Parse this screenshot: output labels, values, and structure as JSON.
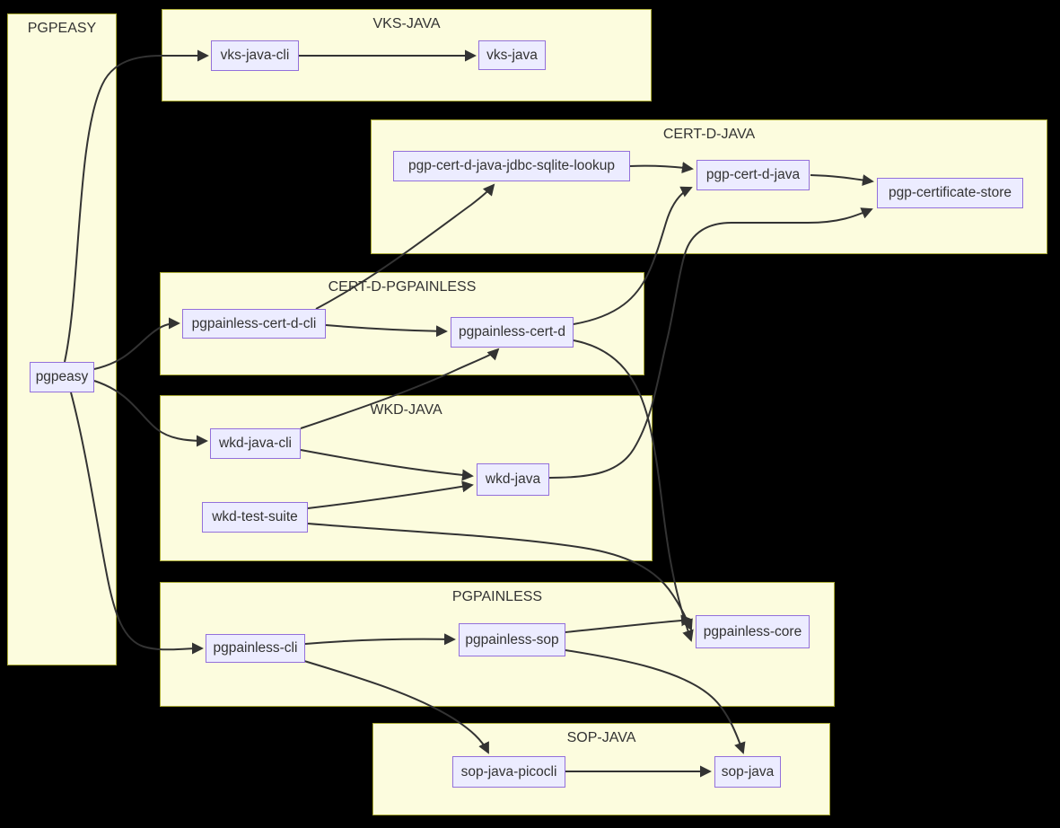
{
  "diagram": {
    "type": "dependency-flowchart",
    "clusters": [
      {
        "id": "pgpeasy-group",
        "label": "PGPEASY"
      },
      {
        "id": "vks-java-group",
        "label": "VKS-JAVA"
      },
      {
        "id": "cert-d-java-group",
        "label": "CERT-D-JAVA"
      },
      {
        "id": "cert-d-pgpainless-group",
        "label": "CERT-D-PGPAINLESS"
      },
      {
        "id": "wkd-java-group",
        "label": "WKD-JAVA"
      },
      {
        "id": "pgpainless-group",
        "label": "PGPAINLESS"
      },
      {
        "id": "sop-java-group",
        "label": "SOP-JAVA"
      }
    ],
    "nodes": [
      {
        "id": "pgpeasy",
        "label": "pgpeasy"
      },
      {
        "id": "vks-java-cli",
        "label": "vks-java-cli"
      },
      {
        "id": "vks-java",
        "label": "vks-java"
      },
      {
        "id": "pgp-cert-d-java-jdbc-sqlite-lookup",
        "label": "pgp-cert-d-java-jdbc-sqlite-lookup"
      },
      {
        "id": "pgp-cert-d-java",
        "label": "pgp-cert-d-java"
      },
      {
        "id": "pgp-certificate-store",
        "label": "pgp-certificate-store"
      },
      {
        "id": "pgpainless-cert-d-cli",
        "label": "pgpainless-cert-d-cli"
      },
      {
        "id": "pgpainless-cert-d",
        "label": "pgpainless-cert-d"
      },
      {
        "id": "wkd-java-cli",
        "label": "wkd-java-cli"
      },
      {
        "id": "wkd-java",
        "label": "wkd-java"
      },
      {
        "id": "wkd-test-suite",
        "label": "wkd-test-suite"
      },
      {
        "id": "pgpainless-cli",
        "label": "pgpainless-cli"
      },
      {
        "id": "pgpainless-sop",
        "label": "pgpainless-sop"
      },
      {
        "id": "pgpainless-core",
        "label": "pgpainless-core"
      },
      {
        "id": "sop-java-picocli",
        "label": "sop-java-picocli"
      },
      {
        "id": "sop-java",
        "label": "sop-java"
      }
    ],
    "edges": [
      {
        "from": "pgpeasy",
        "to": "vks-java-cli"
      },
      {
        "from": "vks-java-cli",
        "to": "vks-java"
      },
      {
        "from": "pgpeasy",
        "to": "pgpainless-cert-d-cli"
      },
      {
        "from": "pgpeasy",
        "to": "wkd-java-cli"
      },
      {
        "from": "pgpeasy",
        "to": "pgpainless-cli"
      },
      {
        "from": "pgp-cert-d-java-jdbc-sqlite-lookup",
        "to": "pgp-cert-d-java"
      },
      {
        "from": "pgp-cert-d-java",
        "to": "pgp-certificate-store"
      },
      {
        "from": "pgpainless-cert-d-cli",
        "to": "pgp-cert-d-java-jdbc-sqlite-lookup"
      },
      {
        "from": "pgpainless-cert-d-cli",
        "to": "pgpainless-cert-d"
      },
      {
        "from": "pgpainless-cert-d",
        "to": "pgp-cert-d-java"
      },
      {
        "from": "pgpainless-cert-d",
        "to": "pgpainless-core"
      },
      {
        "from": "wkd-java-cli",
        "to": "pgpainless-cert-d"
      },
      {
        "from": "wkd-java-cli",
        "to": "wkd-java"
      },
      {
        "from": "wkd-test-suite",
        "to": "wkd-java"
      },
      {
        "from": "wkd-java",
        "to": "pgp-certificate-store"
      },
      {
        "from": "wkd-test-suite",
        "to": "pgpainless-core"
      },
      {
        "from": "pgpainless-cli",
        "to": "pgpainless-sop"
      },
      {
        "from": "pgpainless-sop",
        "to": "pgpainless-core"
      },
      {
        "from": "pgpainless-sop",
        "to": "sop-java"
      },
      {
        "from": "pgpainless-cli",
        "to": "sop-java-picocli"
      },
      {
        "from": "sop-java-picocli",
        "to": "sop-java"
      }
    ],
    "colors": {
      "background": "#000000",
      "cluster_fill": "#fcfcde",
      "cluster_border": "#aaaa33",
      "node_fill": "#ECECFF",
      "node_border": "#9370DB",
      "edge": "#333333",
      "text": "#333333"
    }
  }
}
